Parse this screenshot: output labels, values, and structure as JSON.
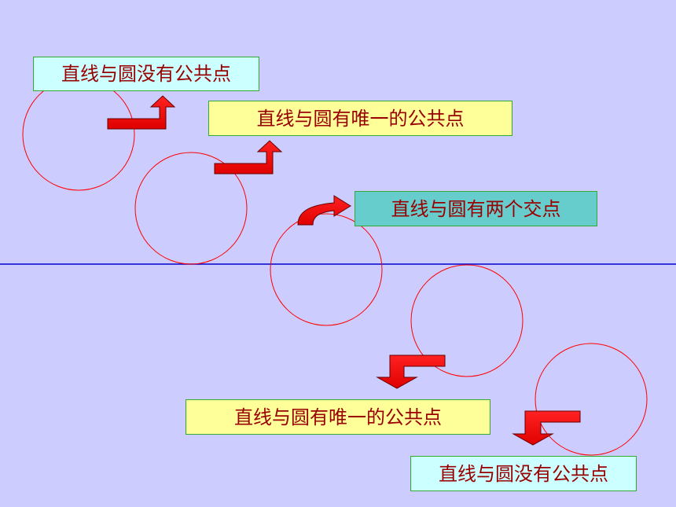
{
  "labels": {
    "no_common_point_top": "直线与圆没有公共点",
    "one_common_point_upper": "直线与圆有唯一的公共点",
    "two_intersections": "直线与圆有两个交点",
    "one_common_point_lower": "直线与圆有唯一的公共点",
    "no_common_point_bottom": "直线与圆没有公共点"
  },
  "colors": {
    "background": "#ccccff",
    "line": "#0000cc",
    "circle_stroke": "#ff0000",
    "arrow_fill": "#ff0000",
    "label_text": "#990000",
    "label_no_point_bg": "#ccffff",
    "label_one_point_bg": "#ffff99",
    "label_two_points_bg": "#66cccc",
    "label_border": "#33aa33"
  },
  "icons": [
    "bent-arrow-up-icon",
    "curved-arrow-right-icon",
    "bent-arrow-down-icon"
  ]
}
